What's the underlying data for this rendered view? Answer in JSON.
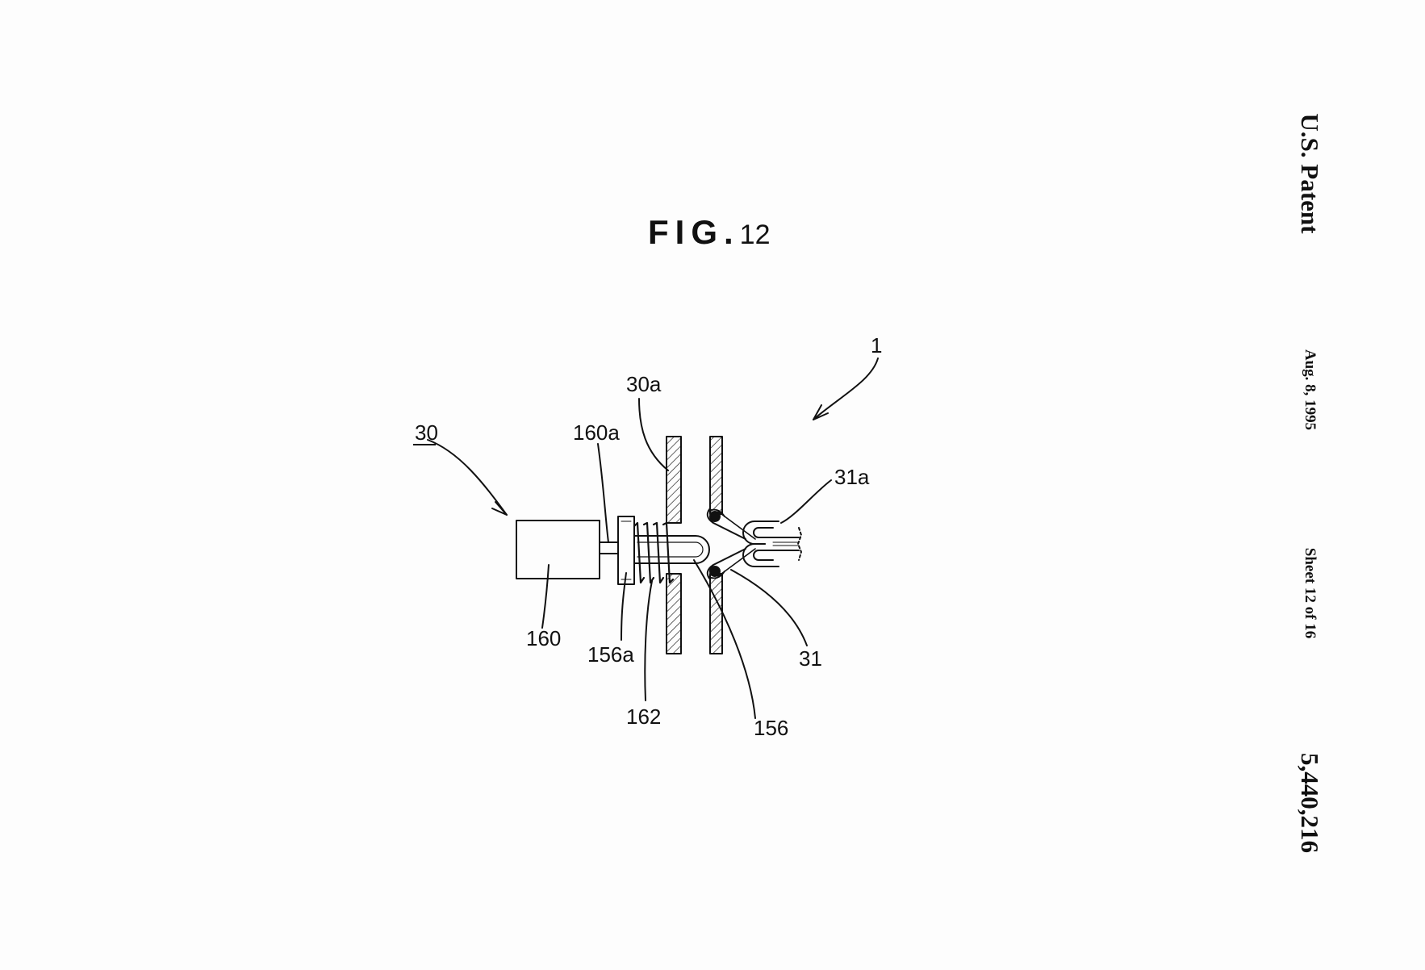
{
  "header": {
    "title": "U.S. Patent",
    "date": "Aug. 8, 1995",
    "sheet": "Sheet 12 of 16",
    "patent_number": "5,440,216"
  },
  "figure": {
    "word": "FIG.",
    "number": "12"
  },
  "labels": {
    "l1": "1",
    "l30": "30",
    "l30a": "30a",
    "l160a": "160a",
    "l31a": "31a",
    "l160": "160",
    "l156a": "156a",
    "l162": "162",
    "l156": "156",
    "l31": "31"
  }
}
